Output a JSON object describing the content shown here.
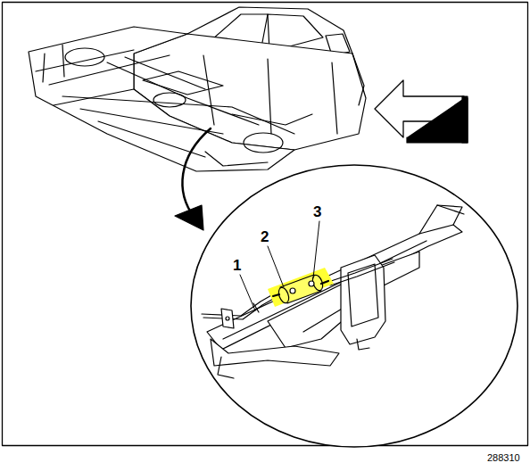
{
  "diagram": {
    "labels": [
      "1",
      "2",
      "3",
      "288310"
    ]
  }
}
